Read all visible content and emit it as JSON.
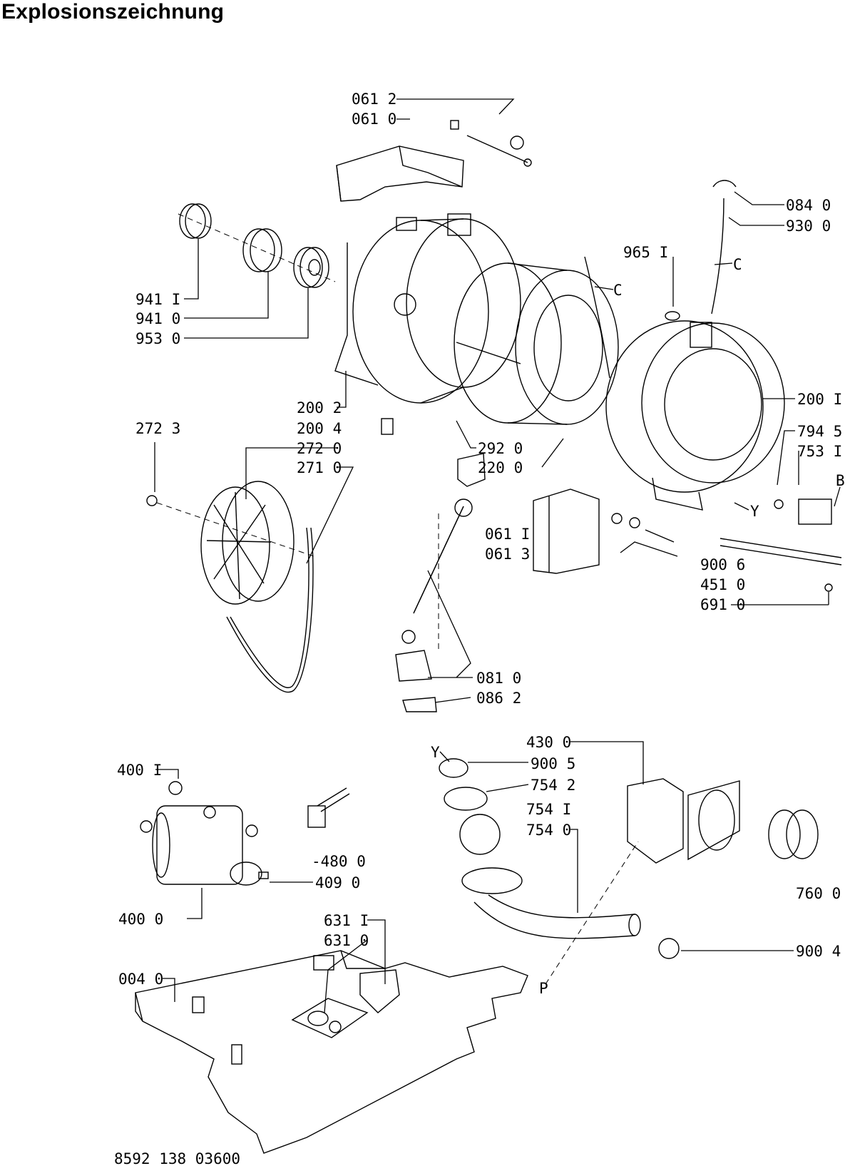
{
  "title": "Explosionszeichnung",
  "document_number": "8592 138 03600",
  "callouts": {
    "c0612": "061 2",
    "c0610": "061 0",
    "c0840": "084 0",
    "c9300": "930 0",
    "c9651": "965 I",
    "cC1": "C",
    "cC2": "C",
    "c9411": "941 I",
    "c9410": "941 0",
    "c9530": "953 0",
    "c2002": "200 2",
    "c2004": "200 4",
    "c2723": "272 3",
    "c2720": "272 0",
    "c2710": "271 0",
    "c2920": "292 0",
    "c2200": "220 0",
    "c2001": "200 I",
    "c7945": "794 5",
    "c7531": "753 I",
    "cB": "B",
    "cY1": "Y",
    "c0611": "061 I",
    "c0613": "061 3",
    "c9006": "900 6",
    "c4510": "451 0",
    "c6910": "691 0",
    "c0810": "081 0",
    "c0862": "086 2",
    "c4001": "400 I",
    "c4800": "-480 0",
    "c4090": "409 0",
    "c4000": "400 0",
    "c4300": "430 0",
    "cY2": "Y",
    "c9005": "900 5",
    "c7542": "754 2",
    "c7541": "754 I",
    "c7540": "754 0",
    "c7600": "760 0",
    "c9004": "900 4",
    "cP": "P",
    "c6311": "631 I",
    "c6310": "631 0",
    "c0040": "004 0"
  }
}
